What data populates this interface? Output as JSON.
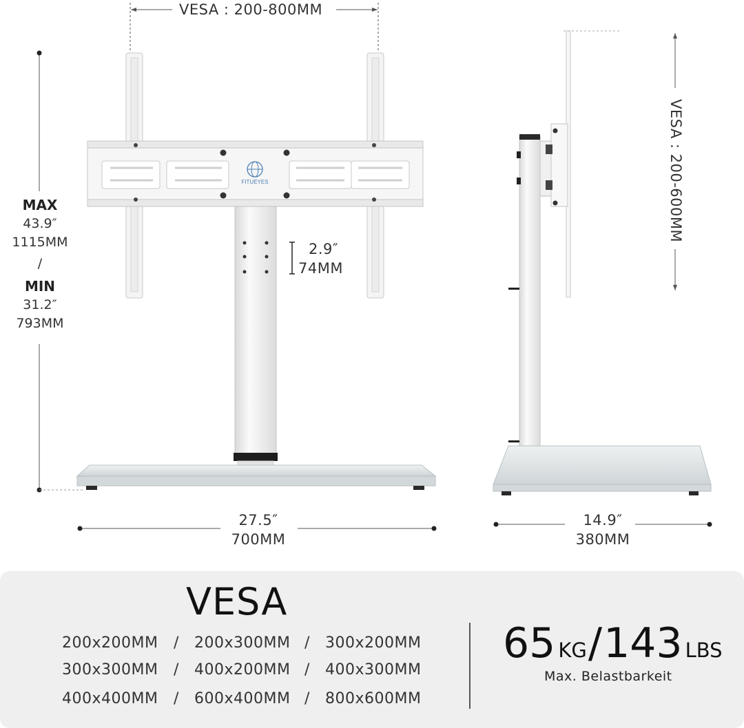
{
  "dimensions": {
    "vesa_horizontal": "VESA : 200-800MM",
    "vesa_vertical": "VESA : 200-600MM",
    "height": {
      "max_label": "MAX",
      "max_in": "43.9″",
      "max_mm": "1115MM",
      "separator": "/",
      "min_label": "MIN",
      "min_in": "31.2″",
      "min_mm": "793MM"
    },
    "adjust_in": "2.9″",
    "adjust_mm": "74MM",
    "width_in": "27.5″",
    "width_mm": "700MM",
    "depth_in": "14.9″",
    "depth_mm": "380MM"
  },
  "brand_logo_text": "FITUEYES",
  "specs": {
    "vesa_title": "VESA",
    "vesa_sizes": [
      [
        "200x200MM",
        "200x300MM",
        "300x200MM"
      ],
      [
        "300x300MM",
        "400x200MM",
        "400x300MM"
      ],
      [
        "400x400MM",
        "600x400MM",
        "800x600MM"
      ]
    ],
    "separator": "/",
    "load_kg_value": "65",
    "load_kg_unit": "KG",
    "load_slash": "/",
    "load_lbs_value": "143",
    "load_lbs_unit": "LBS",
    "load_caption": "Max. Belastbarkeit"
  },
  "colors": {
    "frame": "#f4f4f4",
    "frame_edge": "#c9c9c9",
    "glass": "#dfe3e4",
    "panel": "#efefef",
    "line": "#333333"
  }
}
